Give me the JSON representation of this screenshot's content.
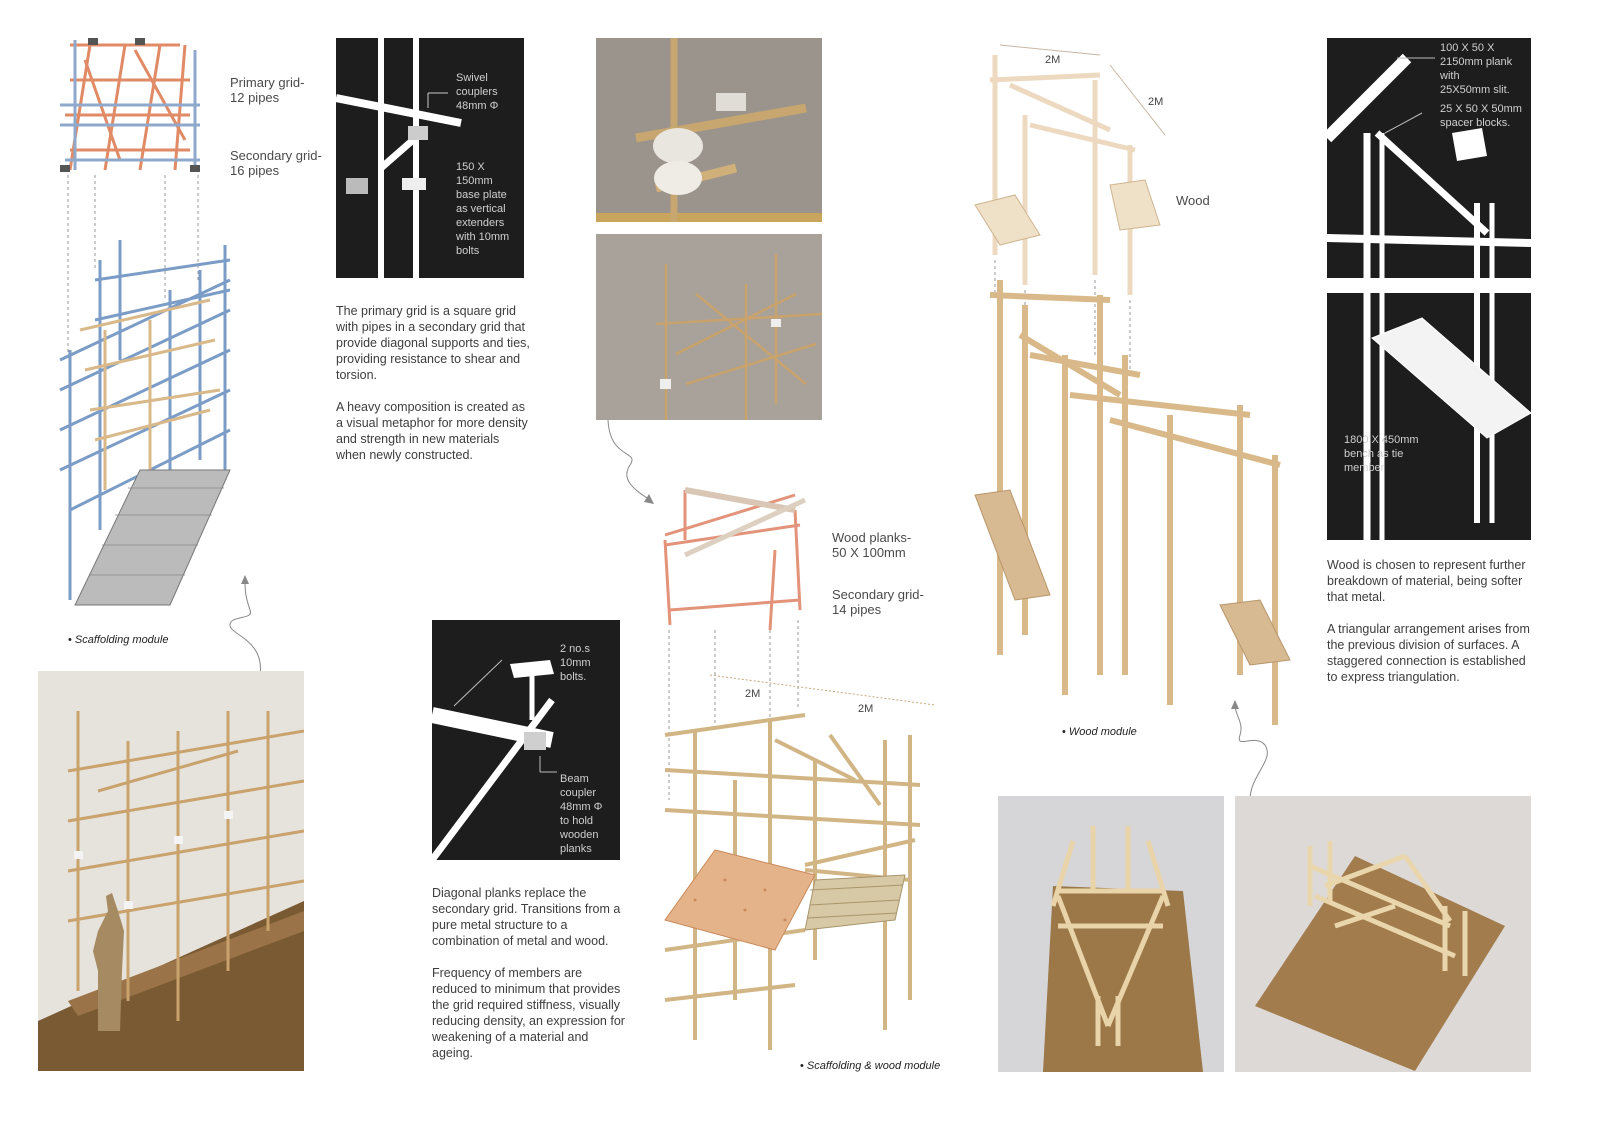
{
  "scaffold": {
    "primary_grid": "Primary grid-\n12 pipes",
    "secondary_grid": "Secondary grid-\n16 pipes",
    "swivel": "Swivel\ncouplers\n48mm Φ",
    "base_plate": "150 X\n150mm\nbase plate\nas vertical\nextenders\nwith 10mm\nbolts",
    "para1": "The primary grid is a square grid with pipes in a secondary grid that provide diagonal supports and ties, providing resistance to shear and torsion.",
    "para2": "A heavy composition is created as a visual metaphor for more density and strength in new materials when newly constructed.",
    "caption": "Scaffolding module"
  },
  "mixed": {
    "wood_planks": "Wood planks-\n50 X 100mm",
    "secondary_grid": "Secondary grid-\n14 pipes",
    "bolts": "2 no.s\n10mm\nbolts.",
    "beam_coupler": "Beam\ncoupler\n48mm Φ\nto hold\nwooden\nplanks",
    "para1": "Diagonal planks replace the secondary grid. Transitions from a pure metal structure to a combination of metal and wood.",
    "para2": "Frequency of members are reduced to minimum that provides the grid required stiffness, visually reducing density, an expression for weakening of a material and ageing.",
    "dim1": "2M",
    "dim2": "2M",
    "caption": "Scaffolding  & wood module"
  },
  "wood": {
    "label": "Wood",
    "dim1": "2M",
    "dim2": "2M",
    "plank": "100 X 50 X\n2150mm plank\nwith\n25X50mm slit.",
    "spacer": "25 X 50 X 50mm\nspacer blocks.",
    "bench": "1800 X 450mm\nbench as tie\nmember",
    "para1": "Wood is chosen to represent further breakdown of material, being softer that metal.",
    "para2": "A triangular arrangement arises from the previous division of surfaces. A staggered connection is established to express triangulation.",
    "caption": "Wood module"
  },
  "colors": {
    "steel_blue": "#7a9cc6",
    "copper": "#d9896a",
    "timber": "#d8b98c",
    "panel": "#1d1d1d"
  }
}
